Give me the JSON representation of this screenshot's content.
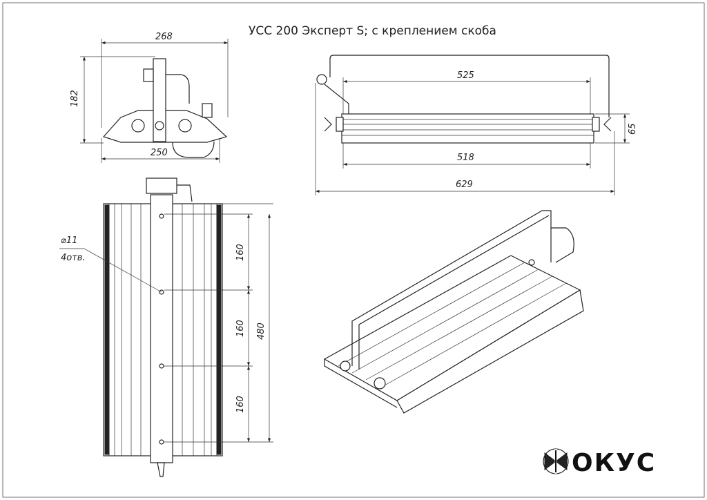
{
  "title": "УСС 200 Эксперт S; с креплением скоба",
  "logo_text": "ОКУС",
  "logo_full": "ФОКУС",
  "top_view": {
    "width_top": "268",
    "height": "182",
    "width_bottom": "250"
  },
  "side_view": {
    "length_inner": "525",
    "height": "65",
    "length_body": "518",
    "length_total": "629"
  },
  "front_view": {
    "hole_diameter": "⌀11",
    "hole_count": "4отв.",
    "spacing_1": "160",
    "spacing_2": "160",
    "spacing_3": "160",
    "length": "480"
  }
}
